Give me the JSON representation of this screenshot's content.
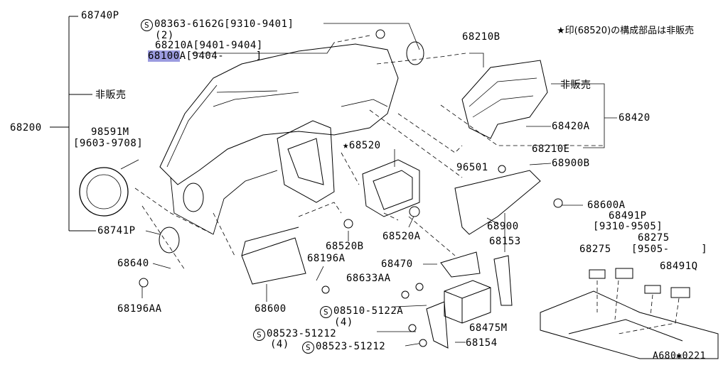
{
  "note": "★印(68520)の構成部品は非販売",
  "footer_code": "A680✱0221",
  "screw_symbol": "S",
  "labels": {
    "p68740P": "68740P",
    "p08363": "08363-6162G[9310-9401]",
    "p08363_qty": "(2)",
    "p68210A": "68210A[9401-9404]",
    "p68100A_code": "68100",
    "p68100A_suffix": "A[9404-     ]",
    "p68210B": "68210B",
    "hiHanbai1": "非販売",
    "hiHanbai2": "非販売",
    "p68200": "68200",
    "p98591M": "98591M",
    "p98591M_range": "[9603-9708]",
    "p68520": "★68520",
    "p96501": "96501",
    "p68900B": "68900B",
    "p68420A": "68420A",
    "p68420": "68420",
    "p68210E": "68210E",
    "p68600A": "68600A",
    "p68491P": "68491P",
    "p68491P_range": "[9310-9505]",
    "p68275a": "68275",
    "p68275b": "68275",
    "p68275_range": "[9505-     ]",
    "p68491Q": "68491Q",
    "p68741P": "68741P",
    "p68520B": "68520B",
    "p68520A": "68520A",
    "p68900": "68900",
    "p68153": "68153",
    "p68640": "68640",
    "p68196A": "68196A",
    "p68470": "68470",
    "p68633AA": "68633AA",
    "p68196AA": "68196AA",
    "p68600": "68600",
    "p08510": "08510-5122A",
    "p08510_qty": "(4)",
    "p68475M": "68475M",
    "p08523a": "08523-51212",
    "p08523a_qty": "(4)",
    "p08523b": "08523-51212",
    "p68154": "68154"
  }
}
